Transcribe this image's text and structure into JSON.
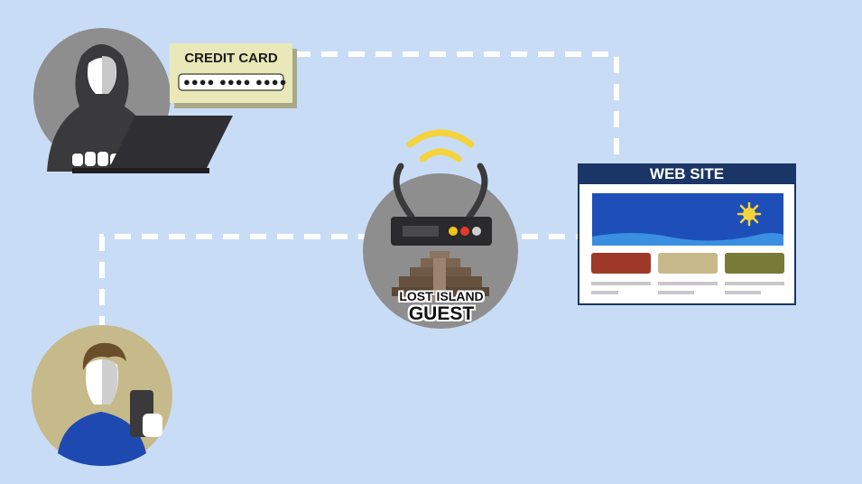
{
  "credit_card": {
    "label": "CREDIT CARD",
    "number_mask": "●●●● ●●●● ●●●●"
  },
  "website": {
    "title": "WEB SITE"
  },
  "network": {
    "name_line1": "LOST ISLAND",
    "name_line2": "GUEST"
  },
  "colors": {
    "background": "#c9dcf6",
    "connection_line": "#ffffff",
    "wifi_signal": "#f5d33a",
    "site_header": "#1a3566",
    "site_banner": "#1e4fb8",
    "button_red": "#9f3a2a",
    "button_tan": "#c8b98a",
    "button_olive": "#7a7a38"
  },
  "icons": [
    "hacker-icon",
    "laptop-icon",
    "credit-card-icon",
    "router-icon",
    "wifi-icon",
    "temple-icon",
    "website-icon",
    "sun-icon",
    "user-icon",
    "phone-icon"
  ]
}
